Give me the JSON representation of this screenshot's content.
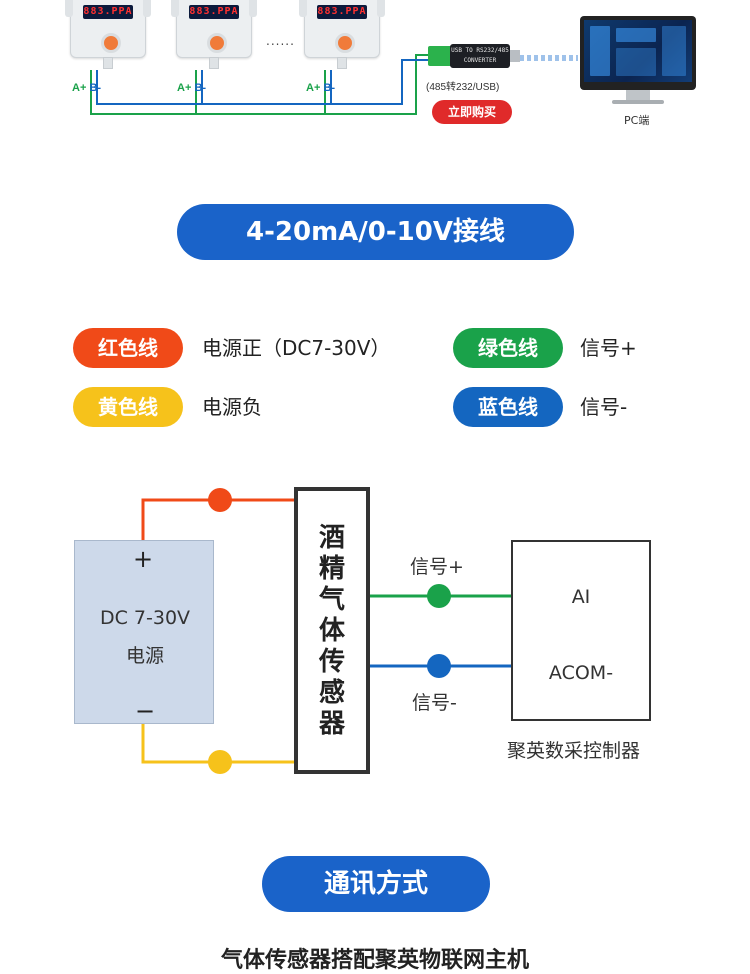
{
  "top_section": {
    "devices": [
      {
        "display": "883.PPA",
        "a_label": "A+",
        "b_label": "B-"
      },
      {
        "display": "883.PPA",
        "a_label": "A+",
        "b_label": "B-"
      },
      {
        "display": "883.PPA",
        "a_label": "A+",
        "b_label": "B-"
      }
    ],
    "ellipsis": "......",
    "converter": {
      "body_text": "USB TO RS232/485 CONVERTER",
      "label": "(485转232/USB)"
    },
    "buy_button": "立即购买",
    "pc_label": "PC端"
  },
  "wiring_title": "4-20mA/0-10V接线",
  "legend": [
    {
      "pill": "红色线",
      "text": "电源正（DC7-30V）",
      "color": "#f04a18"
    },
    {
      "pill": "绿色线",
      "text": "信号+",
      "color": "#1aa24a"
    },
    {
      "pill": "黄色线",
      "text": "电源负",
      "color": "#f6c21b"
    },
    {
      "pill": "蓝色线",
      "text": "信号-",
      "color": "#1466c0"
    }
  ],
  "diagram": {
    "power": {
      "plus": "+",
      "minus": "−",
      "line1": "DC 7-30V",
      "line2": "电源"
    },
    "sensor_chars": [
      "酒",
      "精",
      "气",
      "体",
      "传",
      "感",
      "器"
    ],
    "signal_plus": "信号+",
    "signal_minus": "信号-",
    "controller": {
      "ai": "AI",
      "acom": "ACOM-",
      "caption": "聚英数采控制器"
    }
  },
  "comm_title": "通讯方式",
  "bottom_caption": "气体传感器搭配聚英物联网主机",
  "colors": {
    "blue": "#1a63c9",
    "red": "#f04a18",
    "green": "#1aa24a",
    "yellow": "#f6c21b",
    "signal_blue": "#1466c0"
  }
}
